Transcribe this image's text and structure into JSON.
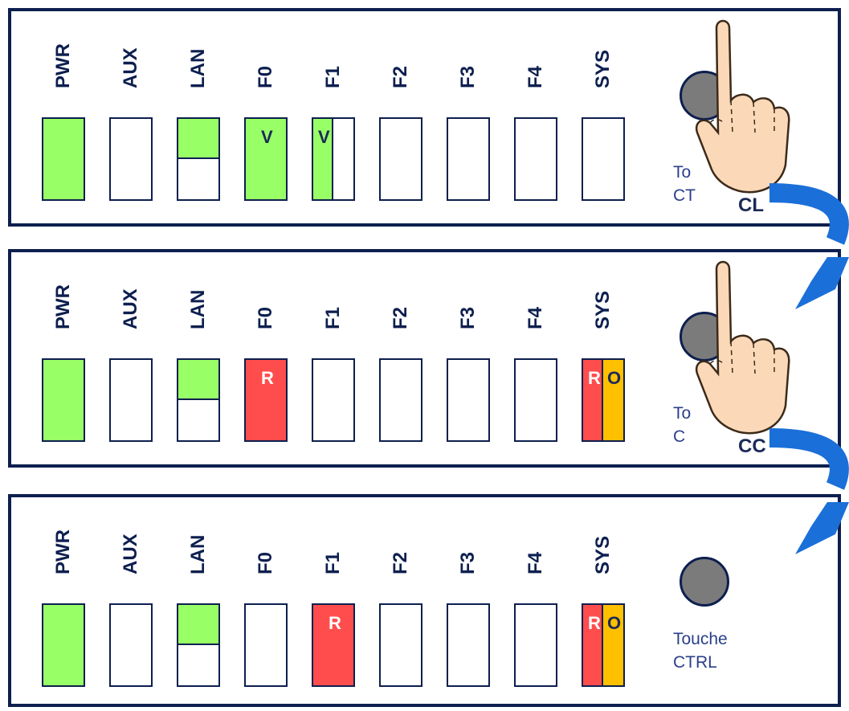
{
  "labels": [
    "PWR",
    "AUX",
    "LAN",
    "F0",
    "F1",
    "F2",
    "F3",
    "F4",
    "SYS"
  ],
  "button_caption_line1": "Touche",
  "button_caption_line2": "CTRL",
  "colors": {
    "green": "#99ff66",
    "red": "#ff4d4d",
    "orange": "#ffc000",
    "arrow": "#1b6fd8",
    "frame": "#0d1f4f",
    "button": "#7b7b7b"
  },
  "panels": [
    {
      "leds": [
        {
          "name": "PWR",
          "state": "green"
        },
        {
          "name": "AUX",
          "state": "off"
        },
        {
          "name": "LAN",
          "state": "green-top"
        },
        {
          "name": "F0",
          "state": "green",
          "letter": "V"
        },
        {
          "name": "F1",
          "state": "green-left",
          "letter": "V"
        },
        {
          "name": "F2",
          "state": "off"
        },
        {
          "name": "F3",
          "state": "off"
        },
        {
          "name": "F4",
          "state": "off"
        },
        {
          "name": "SYS",
          "state": "off"
        }
      ],
      "hand_label": "CL",
      "caption_partial": "To|CT"
    },
    {
      "leds": [
        {
          "name": "PWR",
          "state": "green"
        },
        {
          "name": "AUX",
          "state": "off"
        },
        {
          "name": "LAN",
          "state": "green-top"
        },
        {
          "name": "F0",
          "state": "red",
          "letter": "R"
        },
        {
          "name": "F1",
          "state": "off"
        },
        {
          "name": "F2",
          "state": "off"
        },
        {
          "name": "F3",
          "state": "off"
        },
        {
          "name": "F4",
          "state": "off"
        },
        {
          "name": "SYS",
          "state": "red-orange",
          "letter": "R",
          "letter2": "O"
        }
      ],
      "hand_label": "CC",
      "caption_partial": "To|C"
    },
    {
      "leds": [
        {
          "name": "PWR",
          "state": "green"
        },
        {
          "name": "AUX",
          "state": "off"
        },
        {
          "name": "LAN",
          "state": "green-top"
        },
        {
          "name": "F0",
          "state": "off"
        },
        {
          "name": "F1",
          "state": "red",
          "letter": "R"
        },
        {
          "name": "F2",
          "state": "off"
        },
        {
          "name": "F3",
          "state": "off"
        },
        {
          "name": "F4",
          "state": "off"
        },
        {
          "name": "SYS",
          "state": "red-orange",
          "letter": "R",
          "letter2": "O"
        }
      ],
      "caption": true
    }
  ]
}
